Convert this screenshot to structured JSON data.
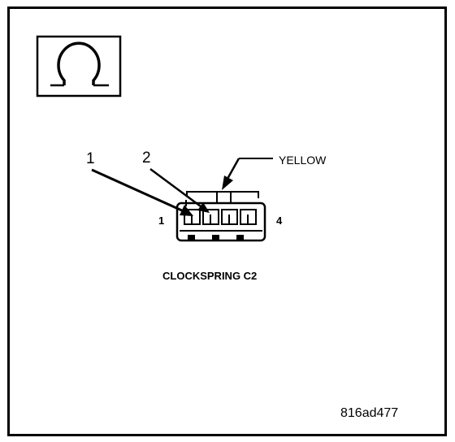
{
  "symbol": {
    "icon": "ohm-icon"
  },
  "callouts": {
    "pin_1": "1",
    "pin_2": "2",
    "wire_color": "YELLOW"
  },
  "pins": {
    "left": "1",
    "right": "4"
  },
  "connector": {
    "name": "CLOCKSPRING C2"
  },
  "figure": {
    "id": "816ad477"
  },
  "colors": {
    "ink": "#000000",
    "paper": "#ffffff"
  }
}
